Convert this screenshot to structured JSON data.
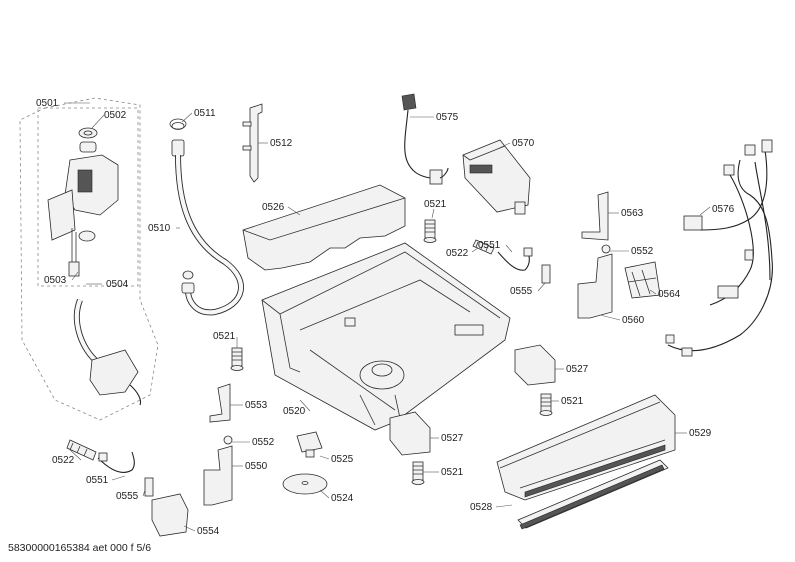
{
  "labels": {
    "l0501": "0501",
    "l0502": "0502",
    "l0503": "0503",
    "l0504": "0504",
    "l0510": "0510",
    "l0511": "0511",
    "l0512": "0512",
    "l0526": "0526",
    "l0521a": "0521",
    "l0521b": "0521",
    "l0521c": "0521",
    "l0521d": "0521",
    "l0575": "0575",
    "l0570": "0570",
    "l0522a": "0522",
    "l0522b": "0522",
    "l0551a": "0551",
    "l0551b": "0551",
    "l0555a": "0555",
    "l0555b": "0555",
    "l0563": "0563",
    "l0552a": "0552",
    "l0552b": "0552",
    "l0576": "0576",
    "l0564": "0564",
    "l0560": "0560",
    "l0527a": "0527",
    "l0527b": "0527",
    "l0553": "0553",
    "l0520": "0520",
    "l0550": "0550",
    "l0525": "0525",
    "l0524": "0524",
    "l0554": "0554",
    "l0529": "0529",
    "l0528": "0528"
  },
  "footer": "58300000165384 aet 000 f 5/6"
}
